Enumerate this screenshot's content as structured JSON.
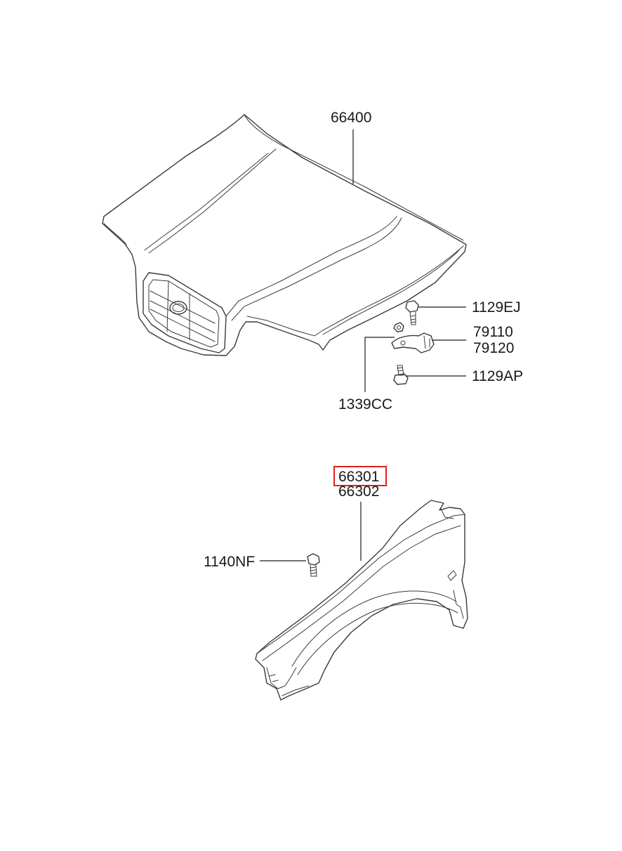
{
  "parts": {
    "hood": "66400",
    "hood_bolt": "1129EJ",
    "hinge_lh": "79110",
    "hinge_rh": "79120",
    "hinge_bolt": "1129AP",
    "hood_nut": "1339CC",
    "fender_lh": "66301",
    "fender_rh": "66302",
    "fender_bolt": "1140NF"
  },
  "highlight_color": "#e02020",
  "highlighted_part": "66301"
}
